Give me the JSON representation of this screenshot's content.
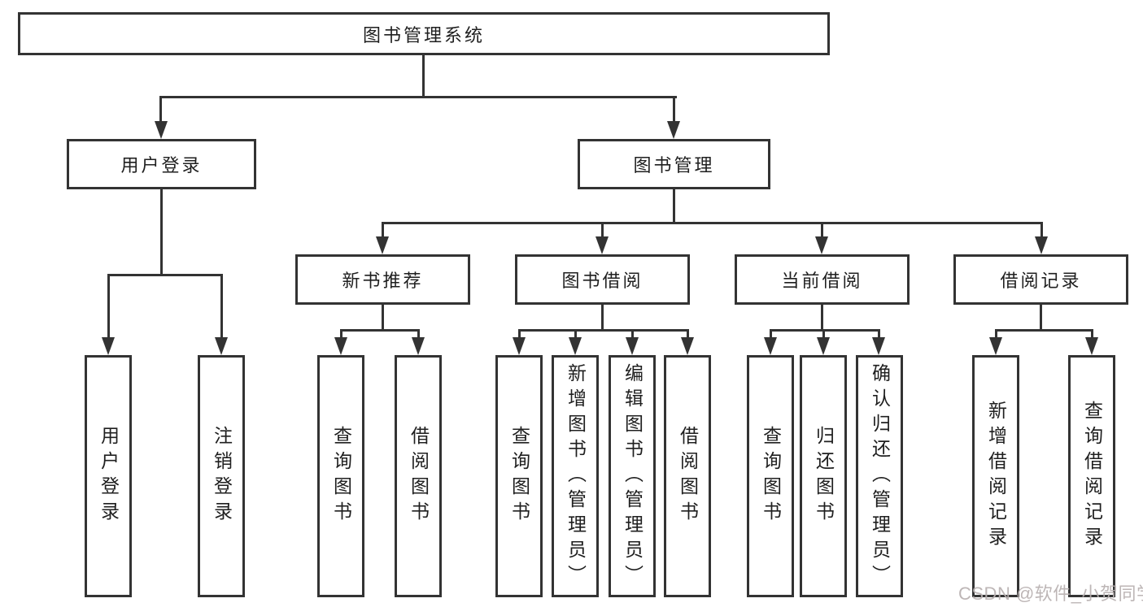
{
  "tree": {
    "root": "图书管理系统",
    "children": [
      {
        "label": "用户登录",
        "children": [
          "用户登录",
          "注销登录"
        ]
      },
      {
        "label": "图书管理",
        "children": [
          {
            "label": "新书推荐",
            "children": [
              "查询图书",
              "借阅图书"
            ]
          },
          {
            "label": "图书借阅",
            "children": [
              "查询图书",
              "新增图书（管理员）",
              "编辑图书（管理员）",
              "借阅图书"
            ]
          },
          {
            "label": "当前借阅",
            "children": [
              "查询图书",
              "归还图书",
              "确认归还（管理员）"
            ]
          },
          {
            "label": "借阅记录",
            "children": [
              "新增借阅记录",
              "查询借阅记录"
            ]
          }
        ]
      }
    ]
  },
  "watermark": {
    "text": "CSDN @软件_小贺同学"
  },
  "colors": {
    "line": "#333333",
    "text": "#1f1f1f",
    "watermark": "#b8b0b0",
    "background": "#ffffff"
  }
}
